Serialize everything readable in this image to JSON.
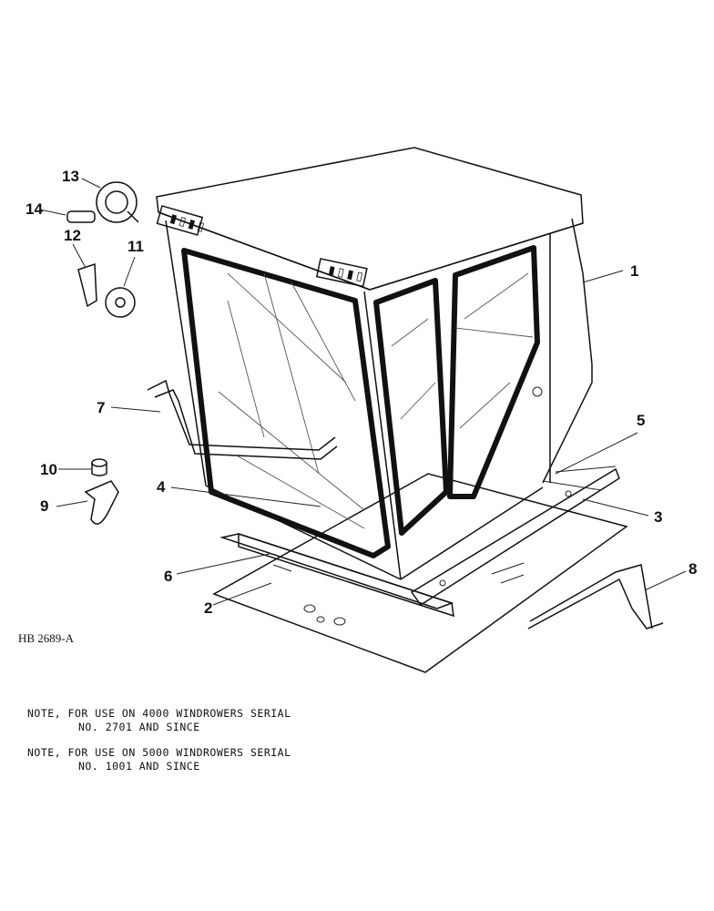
{
  "figure_id": "HB 2689-A",
  "callouts": [
    "1",
    "2",
    "3",
    "4",
    "5",
    "6",
    "7",
    "8",
    "9",
    "10",
    "11",
    "12",
    "13",
    "14"
  ],
  "notes": [
    {
      "line1": "NOTE, FOR USE ON 4000 WINDROWERS SERIAL",
      "line2": "NO. 2701 AND SINCE"
    },
    {
      "line1": "NOTE, FOR USE ON 5000 WINDROWERS SERIAL",
      "line2": "NO. 1001 AND SINCE"
    }
  ]
}
